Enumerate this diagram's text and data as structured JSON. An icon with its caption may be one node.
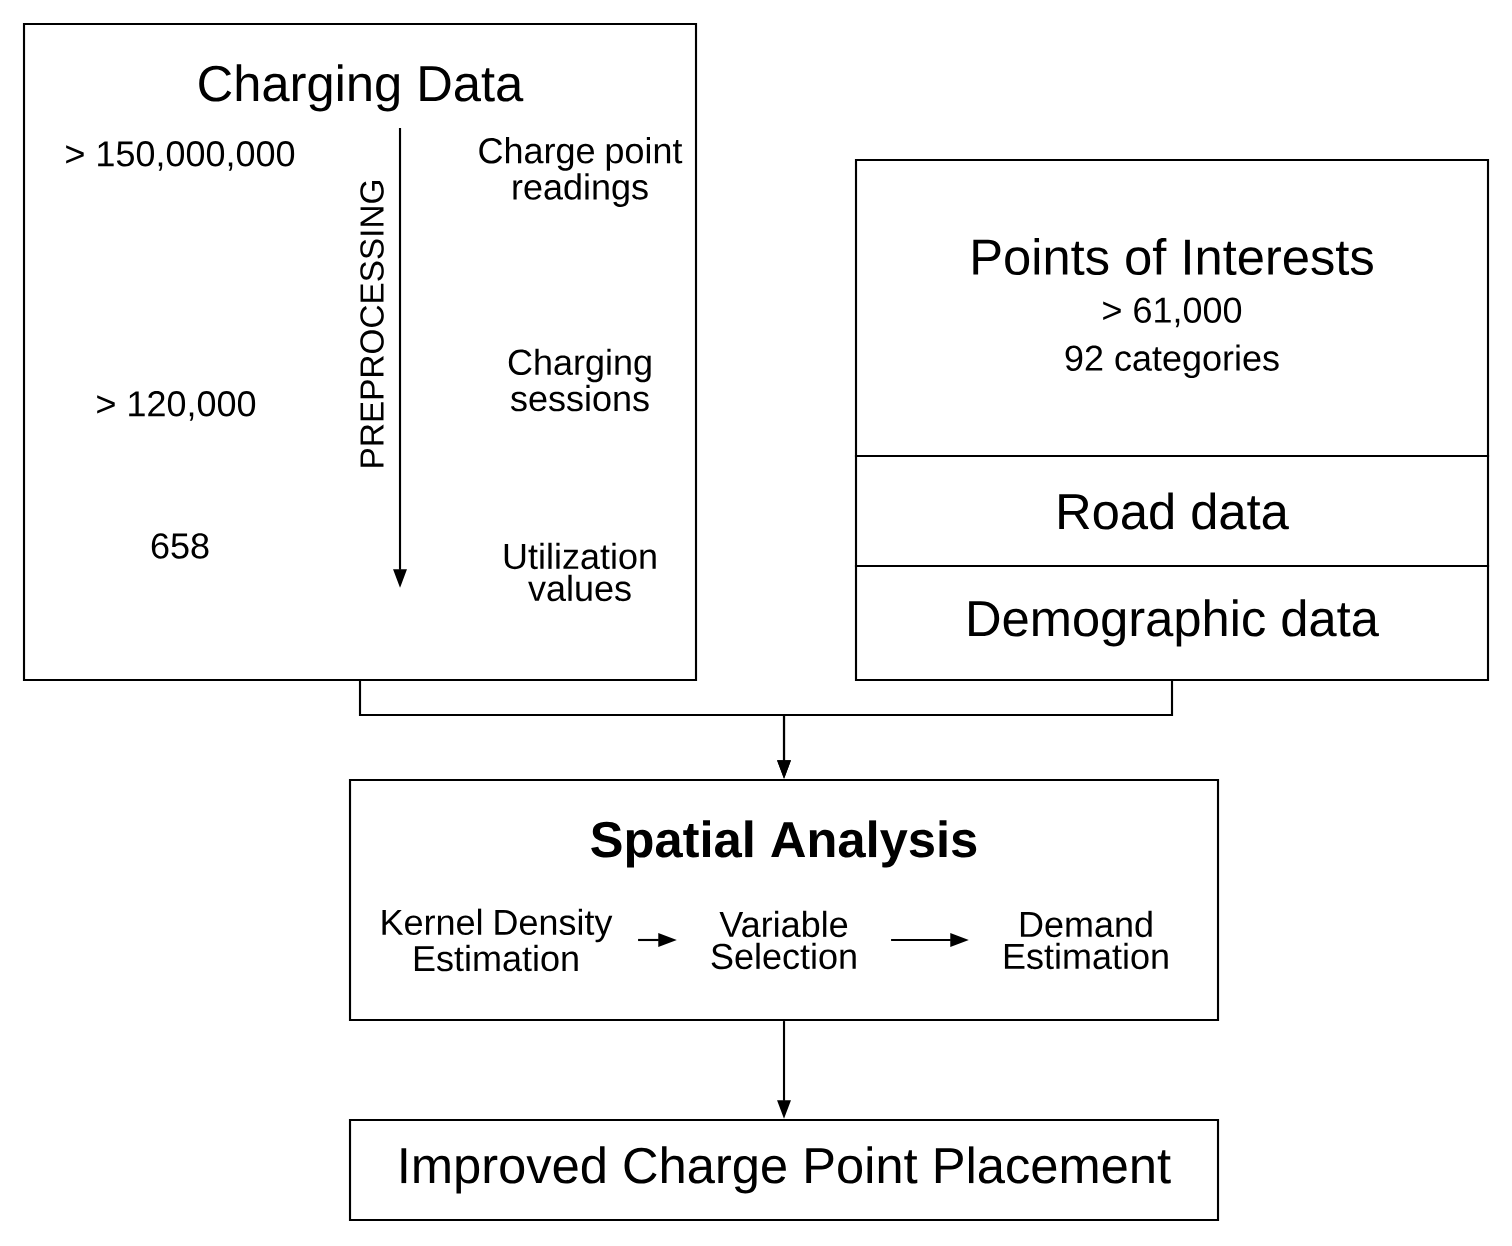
{
  "diagram": {
    "nodes": [
      {
        "text": [
          "Charging Data",
          "> 150,000,000",
          "Charge point readings",
          "PREPROCESSING",
          "> 120,000",
          "Charging sessions",
          "658",
          "Utilization values"
        ]
      },
      {
        "text": [
          "Points of Interests",
          "> 61,000",
          "92 categories"
        ]
      },
      {
        "text": [
          "Road data"
        ]
      },
      {
        "text": [
          "Demographic data"
        ]
      },
      {
        "text": [
          "Spatial Analysis"
        ]
      },
      {
        "text": [
          "Kernel Density Estimation"
        ],
        "in": 4
      },
      {
        "text": [
          "Variable Selection"
        ],
        "in": 4
      },
      {
        "text": [
          "Demand Estimation"
        ],
        "in": 4
      },
      {
        "text": [
          "Improved Charge Point Placement"
        ]
      }
    ],
    "edges": [
      {
        "from": 0,
        "to": 4,
        "arrow": "to"
      },
      {
        "from": 3,
        "to": 4,
        "arrow": "to"
      },
      {
        "from": 5,
        "to": 6,
        "arrow": "to"
      },
      {
        "from": 6,
        "to": 7,
        "arrow": "to"
      },
      {
        "from": 4,
        "to": 8,
        "arrow": "to"
      }
    ]
  }
}
